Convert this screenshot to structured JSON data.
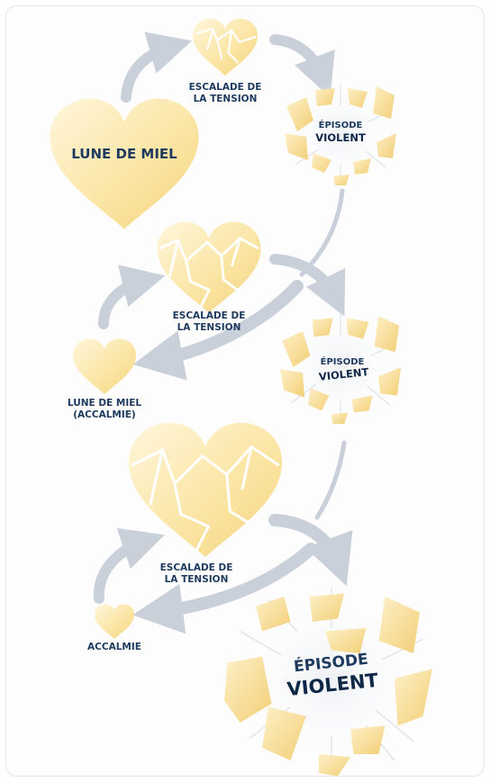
{
  "cycles": [
    {
      "tension_line1": "ESCALADE DE",
      "tension_line2": "LA TENSION",
      "violent_line1": "ÉPISODE",
      "violent_line2": "VIOLENT",
      "calm_line1": "LUNE DE MIEL",
      "calm_line2": ""
    },
    {
      "tension_line1": "ESCALADE DE",
      "tension_line2": "LA TENSION",
      "violent_line1": "ÉPISODE",
      "violent_line2": "VIOLENT",
      "calm_line1": "LUNE DE MIEL",
      "calm_line2": "(ACCALMIE)"
    },
    {
      "tension_line1": "ESCALADE DE",
      "tension_line2": "LA TENSION",
      "violent_line1": "ÉPISODE",
      "violent_line2": "VIOLENT",
      "calm_line1": "ACCALMIE",
      "calm_line2": ""
    }
  ],
  "colors": {
    "heart_light": "#fdf1cf",
    "heart_dark": "#f7d98c",
    "arrow": "#c9d0da",
    "text": "#1e3a5f",
    "text_dark": "#0f2747"
  }
}
